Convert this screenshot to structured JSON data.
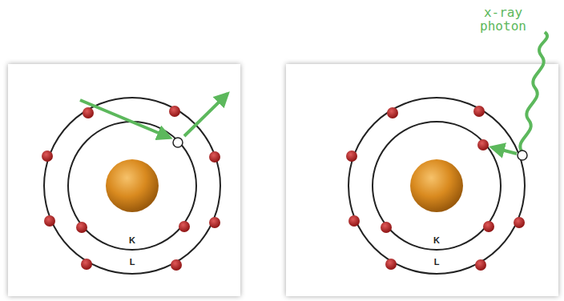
{
  "diagram": {
    "labels": [
      "K",
      "L",
      "x-ray photon",
      "K",
      "L"
    ]
  }
}
